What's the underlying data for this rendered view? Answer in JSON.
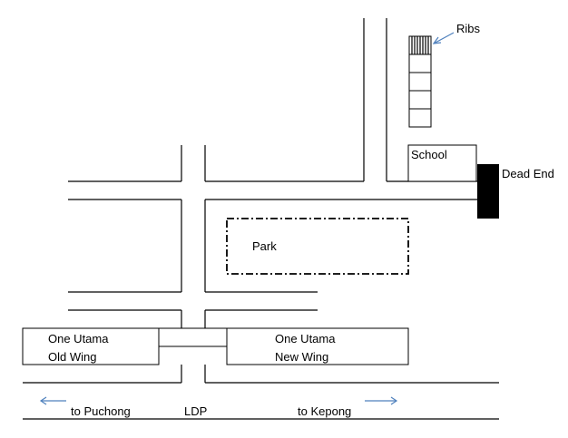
{
  "labels": {
    "ribs": "Ribs",
    "school": "School",
    "dead_end": "Dead End",
    "park": "Park",
    "one_utama_old_1": "One Utama",
    "one_utama_old_2": "Old Wing",
    "one_utama_new_1": "One Utama",
    "one_utama_new_2": "New Wing",
    "to_puchong": "to Puchong",
    "ldp": "LDP",
    "to_kepong": "to Kepong"
  },
  "colors": {
    "road": "#000000",
    "arrow": "#4f81bd",
    "dead_end_block": "#000000"
  }
}
